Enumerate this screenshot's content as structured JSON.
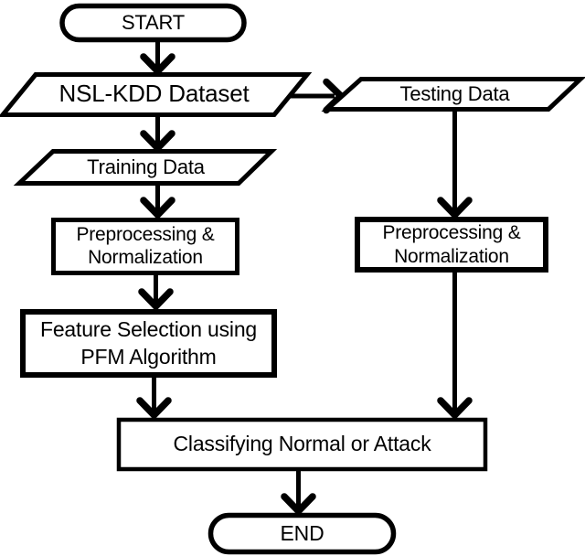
{
  "colors": {
    "ink": "#000000",
    "background": "#ffffff"
  },
  "diagram": {
    "type": "flowchart",
    "nodes": [
      {
        "id": "start",
        "type": "terminator",
        "label": "START"
      },
      {
        "id": "nsl-kdd-dataset",
        "type": "data",
        "label": "NSL-KDD Dataset"
      },
      {
        "id": "training-data",
        "type": "data",
        "label": "Training Data"
      },
      {
        "id": "preprocessing-normalization-left",
        "type": "process",
        "label": "Preprocessing &\nNormalization"
      },
      {
        "id": "feature-selection-pfm",
        "type": "process",
        "label": "Feature Selection using\nPFM Algorithm"
      },
      {
        "id": "testing-data",
        "type": "data",
        "label": "Testing Data"
      },
      {
        "id": "preprocessing-normalization-right",
        "type": "process",
        "label": "Preprocessing &\nNormalization"
      },
      {
        "id": "classifying-normal-or-attack",
        "type": "process",
        "label": "Classifying Normal or Attack"
      },
      {
        "id": "end",
        "type": "terminator",
        "label": "END"
      }
    ],
    "edges": [
      {
        "from": "start",
        "to": "nsl-kdd-dataset"
      },
      {
        "from": "nsl-kdd-dataset",
        "to": "testing-data"
      },
      {
        "from": "nsl-kdd-dataset",
        "to": "training-data"
      },
      {
        "from": "training-data",
        "to": "preprocessing-normalization-left"
      },
      {
        "from": "preprocessing-normalization-left",
        "to": "feature-selection-pfm"
      },
      {
        "from": "feature-selection-pfm",
        "to": "classifying-normal-or-attack"
      },
      {
        "from": "testing-data",
        "to": "preprocessing-normalization-right"
      },
      {
        "from": "preprocessing-normalization-right",
        "to": "classifying-normal-or-attack"
      },
      {
        "from": "classifying-normal-or-attack",
        "to": "end"
      }
    ]
  }
}
